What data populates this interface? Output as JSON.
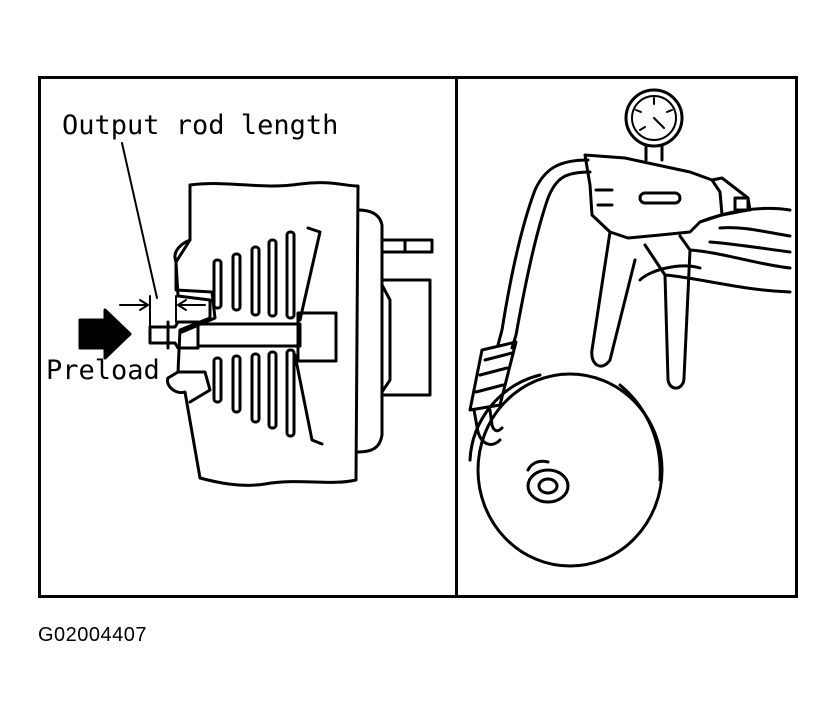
{
  "labels": {
    "output_rod_length": "Output rod length",
    "preload": "Preload"
  },
  "figure_code": "G02004407",
  "colors": {
    "ink": "#000000",
    "paper": "#ffffff"
  }
}
